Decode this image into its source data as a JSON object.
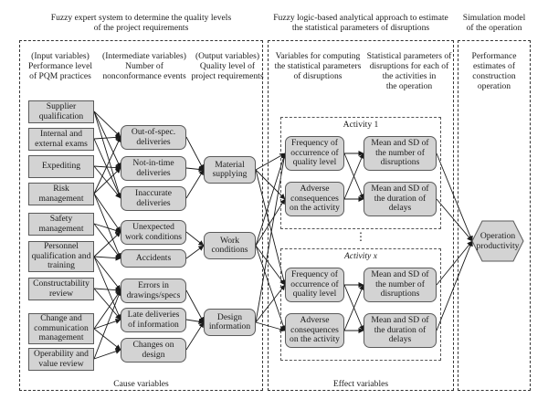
{
  "headers": {
    "left": "Fuzzy expert system to determine the quality levels\nof the project requirements",
    "middle": "Fuzzy logic-based analytical approach to estimate\nthe statistical parameters of disruptions",
    "right": "Simulation model\nof the operation"
  },
  "col_headers": {
    "input": "(Input variables)\nPerformance level\nof PQM practices",
    "intermediate": "(Intermediate variables)\nNumber of\nnonconformance events",
    "output": "(Output variables)\nQuality level of\nproject requirements",
    "vars": "Variables for computing\nthe statistical parameters\nof disruptions",
    "stats": "Statistical parameters of\ndisruptions for each of\nthe activities in\nthe operation",
    "perf": "Performance\nestimates of\nconstruction\noperation"
  },
  "inputs": [
    "Supplier\nqualification",
    "Internal and\nexternal exams",
    "Expediting",
    "Risk\nmanagement",
    "Safety\nmanagement",
    "Personnel\nqualification and\ntraining",
    "Constructability\nreview",
    "Change and\ncommunication\nmanagement",
    "Operability and\nvalue review"
  ],
  "intermediates": [
    "Out-of-spec.\ndeliveries",
    "Not-in-time\ndeliveries",
    "Inaccurate\ndeliveries",
    "Unexpected\nwork conditions",
    "Accidents",
    "Errors in\ndrawings/specs",
    "Late deliveries\nof information",
    "Changes on\ndesign"
  ],
  "outputs": [
    "Material\nsupplying",
    "Work\nconditions",
    "Design\ninformation"
  ],
  "activities": [
    {
      "title": "Activity 1",
      "freq": "Frequency of\noccurrence of\nquality level",
      "adverse": "Adverse\nconsequences\non the activity",
      "mean_num": "Mean and SD of\nthe number of\ndisruptions",
      "mean_dur": "Mean and SD of\nthe duration of\ndelays"
    },
    {
      "title": "Activity x",
      "freq": "Frequency of\noccurrence of\nquality level",
      "adverse": "Adverse\nconsequences\non the activity",
      "mean_num": "Mean and SD of\nthe number of\ndisruptions",
      "mean_dur": "Mean and SD of\nthe duration of\ndelays"
    }
  ],
  "ellipsis": "⋮",
  "result": "Operation\nproductivity",
  "footers": {
    "cause": "Cause variables",
    "effect": "Effect variables"
  }
}
